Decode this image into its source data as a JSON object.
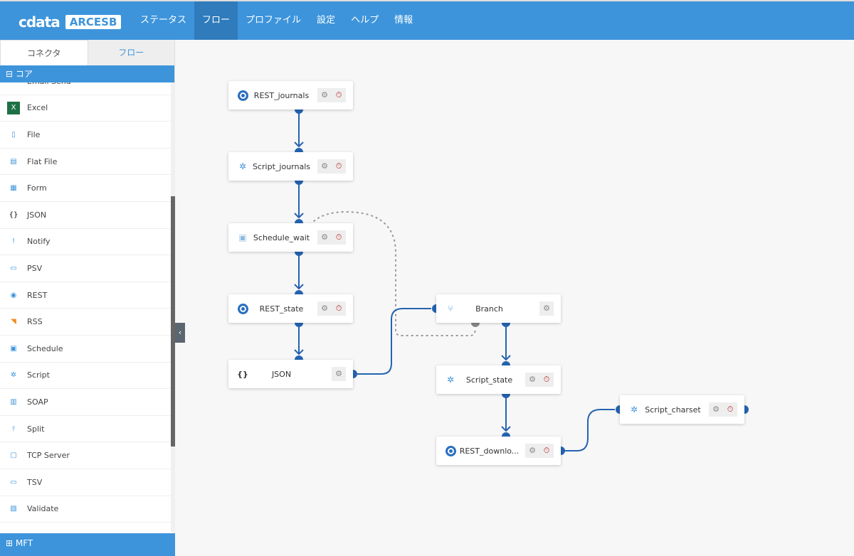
{
  "header": {
    "logo_text": "cdata",
    "logo_badge": "ARCESB",
    "nav": [
      "ステータス",
      "フロー",
      "プロファイル",
      "設定",
      "ヘルプ",
      "情報"
    ],
    "active": "フロー"
  },
  "sidebar": {
    "tabs": [
      "コネクタ",
      "フロー"
    ],
    "group": "コア",
    "items": [
      {
        "label": "Email Send",
        "icon": "email-icon"
      },
      {
        "label": "Excel",
        "icon": "excel-icon"
      },
      {
        "label": "File",
        "icon": "file-icon"
      },
      {
        "label": "Flat File",
        "icon": "flat-file-icon"
      },
      {
        "label": "Form",
        "icon": "form-icon"
      },
      {
        "label": "JSON",
        "icon": "json-icon"
      },
      {
        "label": "Notify",
        "icon": "notify-icon"
      },
      {
        "label": "PSV",
        "icon": "psv-icon"
      },
      {
        "label": "REST",
        "icon": "rest-icon"
      },
      {
        "label": "RSS",
        "icon": "rss-icon"
      },
      {
        "label": "Schedule",
        "icon": "schedule-icon"
      },
      {
        "label": "Script",
        "icon": "script-icon"
      },
      {
        "label": "SOAP",
        "icon": "soap-icon"
      },
      {
        "label": "Split",
        "icon": "split-icon"
      },
      {
        "label": "TCP Server",
        "icon": "tcp-server-icon"
      },
      {
        "label": "TSV",
        "icon": "tsv-icon"
      },
      {
        "label": "Validate",
        "icon": "validate-icon"
      }
    ],
    "bottom_group": "MFT"
  },
  "flow": {
    "nodes": [
      {
        "name": "REST_journals",
        "icon": "rest"
      },
      {
        "name": "Script_journals",
        "icon": "script"
      },
      {
        "name": "Schedule_wait",
        "icon": "schedule"
      },
      {
        "name": "REST_state",
        "icon": "rest"
      },
      {
        "name": "JSON",
        "icon": "json"
      },
      {
        "name": "Branch",
        "icon": "branch"
      },
      {
        "name": "Script_state",
        "icon": "script"
      },
      {
        "name": "REST_downlo...",
        "icon": "rest"
      },
      {
        "name": "Script_charset",
        "icon": "script"
      }
    ]
  }
}
